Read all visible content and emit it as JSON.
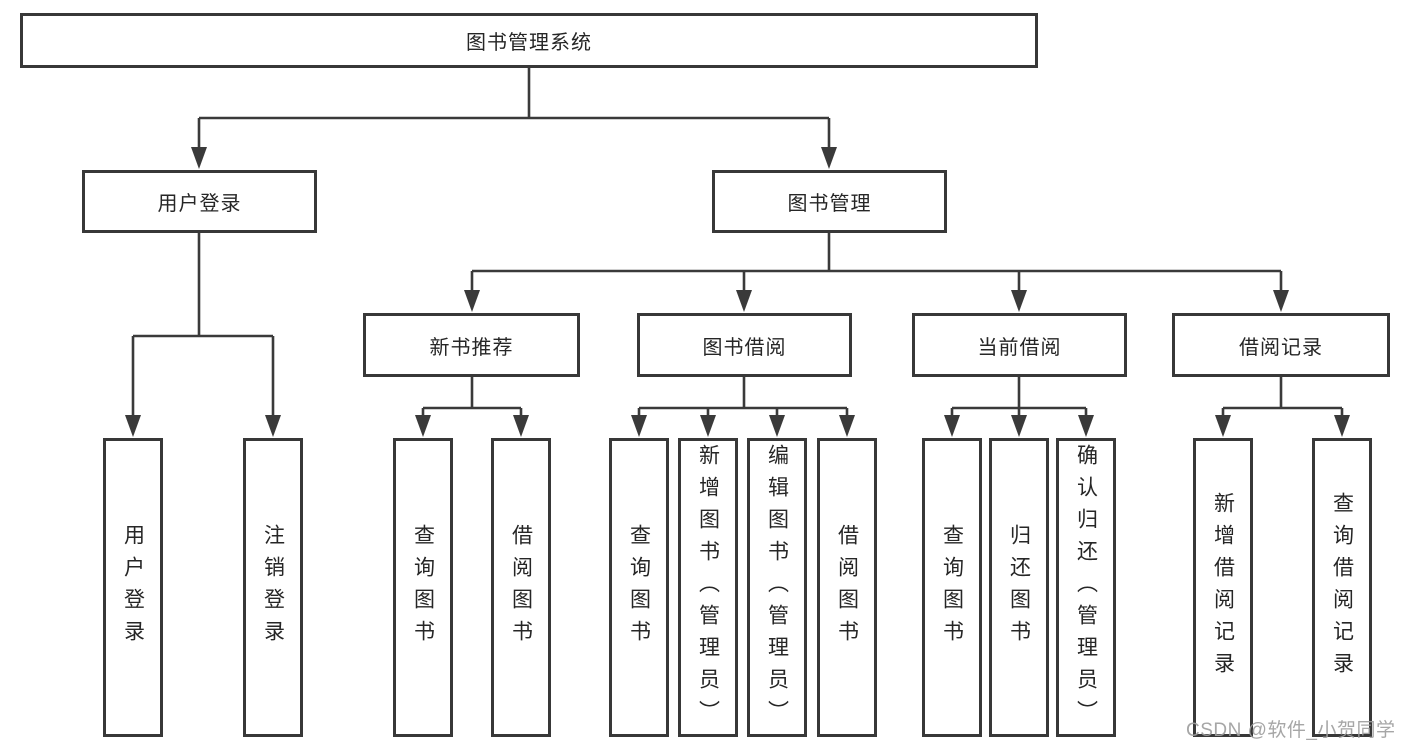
{
  "diagram": {
    "type": "tree-structure-chart",
    "title": "图书管理系统"
  },
  "nodes": {
    "root": {
      "label": "图书管理系统"
    },
    "user_login": {
      "label": "用户登录"
    },
    "book_mgmt": {
      "label": "图书管理"
    },
    "new_book_rec": {
      "label": "新书推荐"
    },
    "book_borrow": {
      "label": "图书借阅"
    },
    "current_borrow": {
      "label": "当前借阅"
    },
    "borrow_records": {
      "label": "借阅记录"
    },
    "v_user_login": {
      "label": "用户登录"
    },
    "v_logout": {
      "label": "注销登录"
    },
    "v_query_book_1": {
      "label": "查询图书"
    },
    "v_borrow_book_1": {
      "label": "借阅图书"
    },
    "v_query_book_2": {
      "label": "查询图书"
    },
    "v_add_book": {
      "label": "新增图书（管理员）"
    },
    "v_edit_book": {
      "label": "编辑图书（管理员）"
    },
    "v_borrow_book_2": {
      "label": "借阅图书"
    },
    "v_query_book_3": {
      "label": "查询图书"
    },
    "v_return_book": {
      "label": "归还图书"
    },
    "v_confirm_return": {
      "label": "确认归还（管理员）"
    },
    "v_add_record": {
      "label": "新增借阅记录"
    },
    "v_query_record": {
      "label": "查询借阅记录"
    }
  },
  "hierarchy": {
    "label": "图书管理系统",
    "children": [
      {
        "label": "用户登录",
        "children": [
          {
            "label": "用户登录"
          },
          {
            "label": "注销登录"
          }
        ]
      },
      {
        "label": "图书管理",
        "children": [
          {
            "label": "新书推荐",
            "children": [
              {
                "label": "查询图书"
              },
              {
                "label": "借阅图书"
              }
            ]
          },
          {
            "label": "图书借阅",
            "children": [
              {
                "label": "查询图书"
              },
              {
                "label": "新增图书（管理员）"
              },
              {
                "label": "编辑图书（管理员）"
              },
              {
                "label": "借阅图书"
              }
            ]
          },
          {
            "label": "当前借阅",
            "children": [
              {
                "label": "查询图书"
              },
              {
                "label": "归还图书"
              },
              {
                "label": "确认归还（管理员）"
              }
            ]
          },
          {
            "label": "借阅记录",
            "children": [
              {
                "label": "新增借阅记录"
              },
              {
                "label": "查询借阅记录"
              }
            ]
          }
        ]
      }
    ]
  },
  "watermark": {
    "text": "CSDN @软件_小贺同学"
  },
  "colors": {
    "background": "#ffffff",
    "box_border": "#383838",
    "connector_line": "#3a3a3a",
    "text": "#262626",
    "watermark_text": "#9e9e9e"
  }
}
